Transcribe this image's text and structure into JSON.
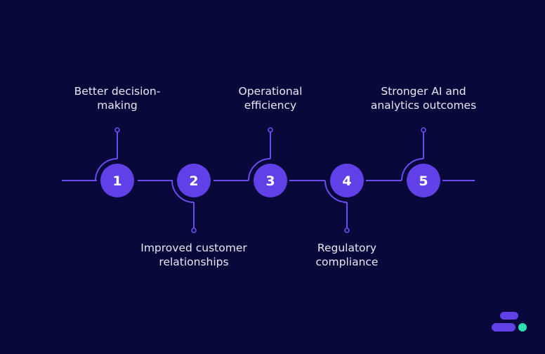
{
  "steps": [
    {
      "number": "1",
      "label_lines": [
        "Better decision-",
        "making"
      ],
      "position": "above"
    },
    {
      "number": "2",
      "label_lines": [
        "Improved customer",
        "relationships"
      ],
      "position": "below"
    },
    {
      "number": "3",
      "label_lines": [
        "Operational",
        "efficiency"
      ],
      "position": "above"
    },
    {
      "number": "4",
      "label_lines": [
        "Regulatory",
        "compliance"
      ],
      "position": "below"
    },
    {
      "number": "5",
      "label_lines": [
        "Stronger AI and",
        "analytics outcomes"
      ],
      "position": "above"
    }
  ],
  "colors": {
    "background": "#08083a",
    "accent": "#6240e8",
    "line": "#6a4cf0",
    "text": "#e8e8f6",
    "logo_purple": "#6240e8",
    "logo_teal": "#2de0b0"
  },
  "logo": {
    "icon": "brand-logo-icon"
  }
}
